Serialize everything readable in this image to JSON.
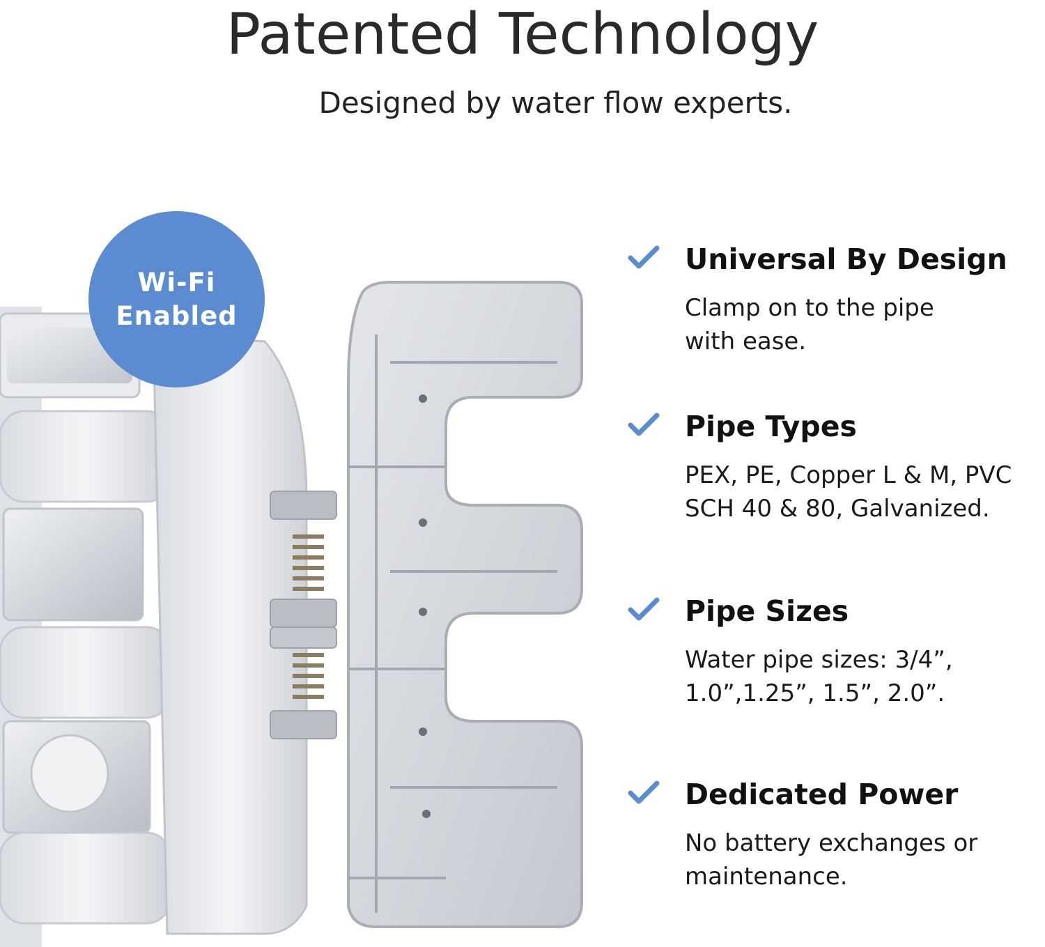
{
  "header": {
    "title": "Patented Technology",
    "subtitle": "Designed by water flow experts."
  },
  "badge": {
    "lines": [
      "Wi-Fi",
      "Enabled"
    ],
    "color": "#5b8bd1"
  },
  "colors": {
    "accent": "#5b8bd1",
    "text": "#111111",
    "device_light": "#e6e8ec",
    "device_mid": "#c9ccd2"
  },
  "features": [
    {
      "icon": "check-icon",
      "title": "Universal By Design",
      "description": [
        "Clamp on to the pipe",
        "with ease."
      ]
    },
    {
      "icon": "check-icon",
      "title": "Pipe Types",
      "description": [
        "PEX, PE, Copper L & M, PVC",
        "SCH 40 & 80, Galvanized."
      ]
    },
    {
      "icon": "check-icon",
      "title": "Pipe Sizes",
      "description": [
        "Water pipe sizes: 3/4”,",
        "1.0”,1.25”, 1.5”, 2.0”."
      ]
    },
    {
      "icon": "check-icon",
      "title": "Dedicated Power",
      "description": [
        "No battery exchanges or",
        "maintenance."
      ]
    }
  ]
}
